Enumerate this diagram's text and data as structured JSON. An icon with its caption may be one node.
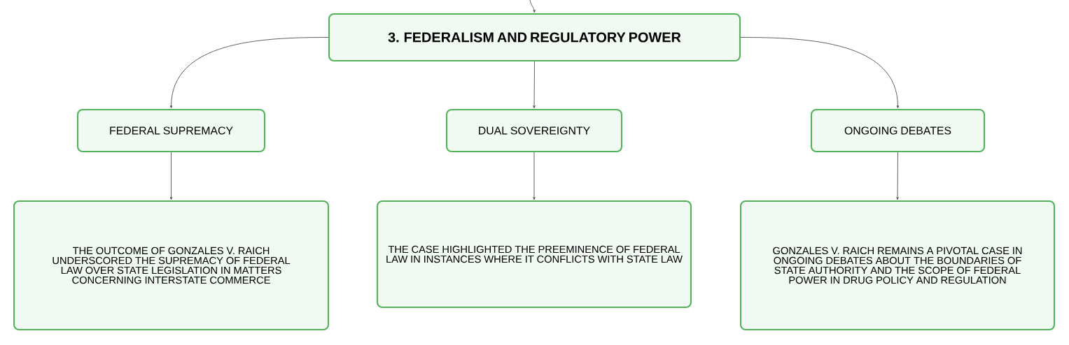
{
  "diagram": {
    "nodes": [
      {
        "text": [
          "3. FEDERALISM AND REGULATORY POWER"
        ]
      },
      {
        "text": [
          "FEDERAL SUPREMACY"
        ]
      },
      {
        "text": [
          "DUAL SOVEREIGNTY"
        ]
      },
      {
        "text": [
          "ONGOING DEBATES"
        ]
      },
      {
        "text": [
          "THE OUTCOME OF GONZALES V. RAICH UNDERSCORED THE SUPREMACY OF FEDERAL LAW OVER STATE LEGISLATION IN MATTERS CONCERNING INTERSTATE COMMERCE"
        ]
      },
      {
        "text": [
          "THE CASE HIGHLIGHTED THE PREEMINENCE OF FEDERAL LAW IN INSTANCES WHERE IT CONFLICTS WITH STATE LAW"
        ]
      },
      {
        "text": [
          "GONZALES V. RAICH REMAINS A PIVOTAL CASE IN ONGOING DEBATES ABOUT THE BOUNDARIES OF STATE AUTHORITY AND THE SCOPE OF FEDERAL POWER IN DRUG POLICY AND REGULATION"
        ]
      }
    ],
    "edges": [
      {
        "from": null,
        "to": 0,
        "arrow": "to"
      },
      {
        "from": 0,
        "to": 1,
        "arrow": "to"
      },
      {
        "from": 0,
        "to": 2,
        "arrow": "to"
      },
      {
        "from": 0,
        "to": 3,
        "arrow": "to"
      },
      {
        "from": 1,
        "to": 4,
        "arrow": "to"
      },
      {
        "from": 2,
        "to": 5,
        "arrow": "to"
      },
      {
        "from": 3,
        "to": 6,
        "arrow": "to"
      }
    ]
  }
}
